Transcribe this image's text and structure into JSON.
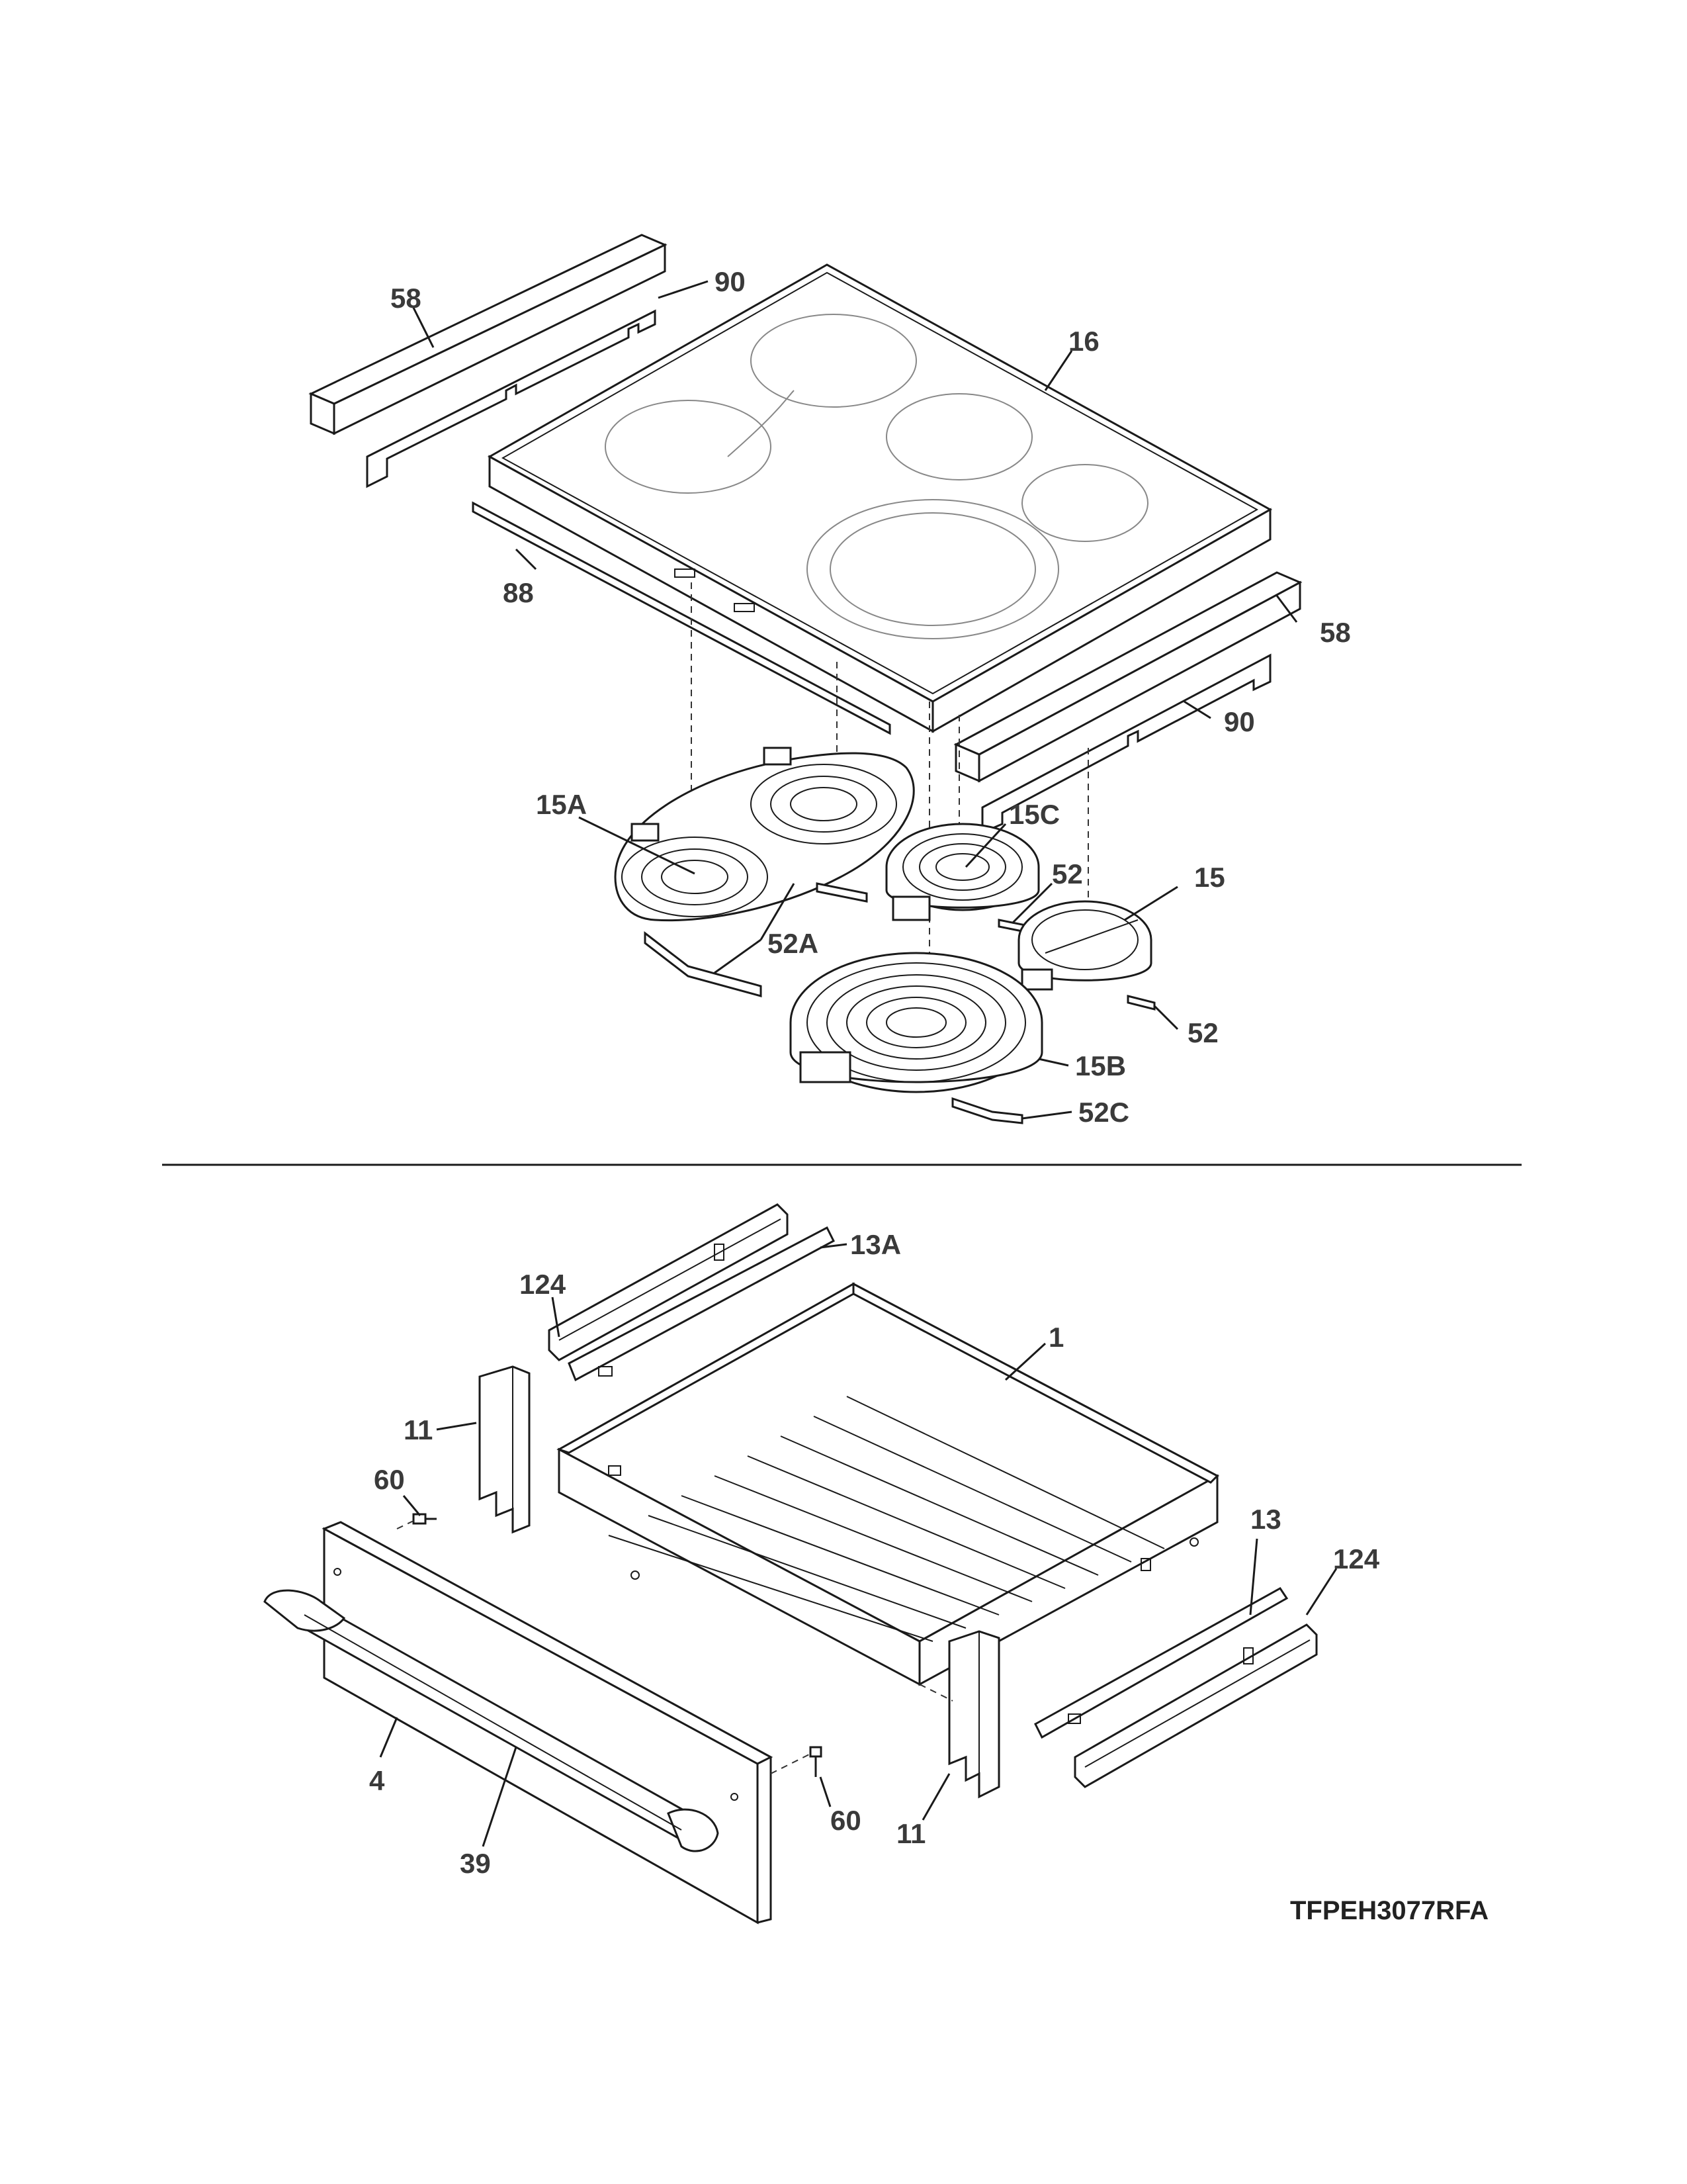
{
  "model_code": "TFPEH3077RFA",
  "top_section": {
    "labels": [
      "58",
      "90",
      "16",
      "88",
      "58",
      "90",
      "15A",
      "15C",
      "52",
      "15",
      "52A",
      "52",
      "15B",
      "52C"
    ]
  },
  "bottom_section": {
    "labels": [
      "13A",
      "124",
      "1",
      "11",
      "60",
      "13",
      "124",
      "4",
      "60",
      "11",
      "39"
    ]
  }
}
